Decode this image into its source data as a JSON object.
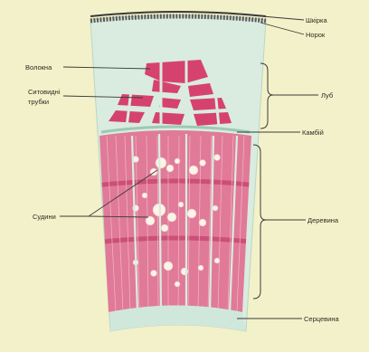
{
  "diagram": {
    "labels": {
      "skin": "Шкірка",
      "cork": "Норок",
      "fibers": "Волокна",
      "sieve_tubes_line1": "Ситовидні",
      "sieve_tubes_line2": "трубки",
      "bast": "Луб",
      "cambium": "Камбій",
      "vessels": "Судини",
      "wood": "Деревина",
      "pith": "Серцевина"
    },
    "colors": {
      "background": "#f3f1c9",
      "parenchyma": "#d9ecdf",
      "xylem": "#e07a98",
      "fiber": "#d6426e",
      "vessel": "#fdf3e6",
      "cork": "#4a4a4a",
      "line": "#3a3a3a"
    }
  }
}
